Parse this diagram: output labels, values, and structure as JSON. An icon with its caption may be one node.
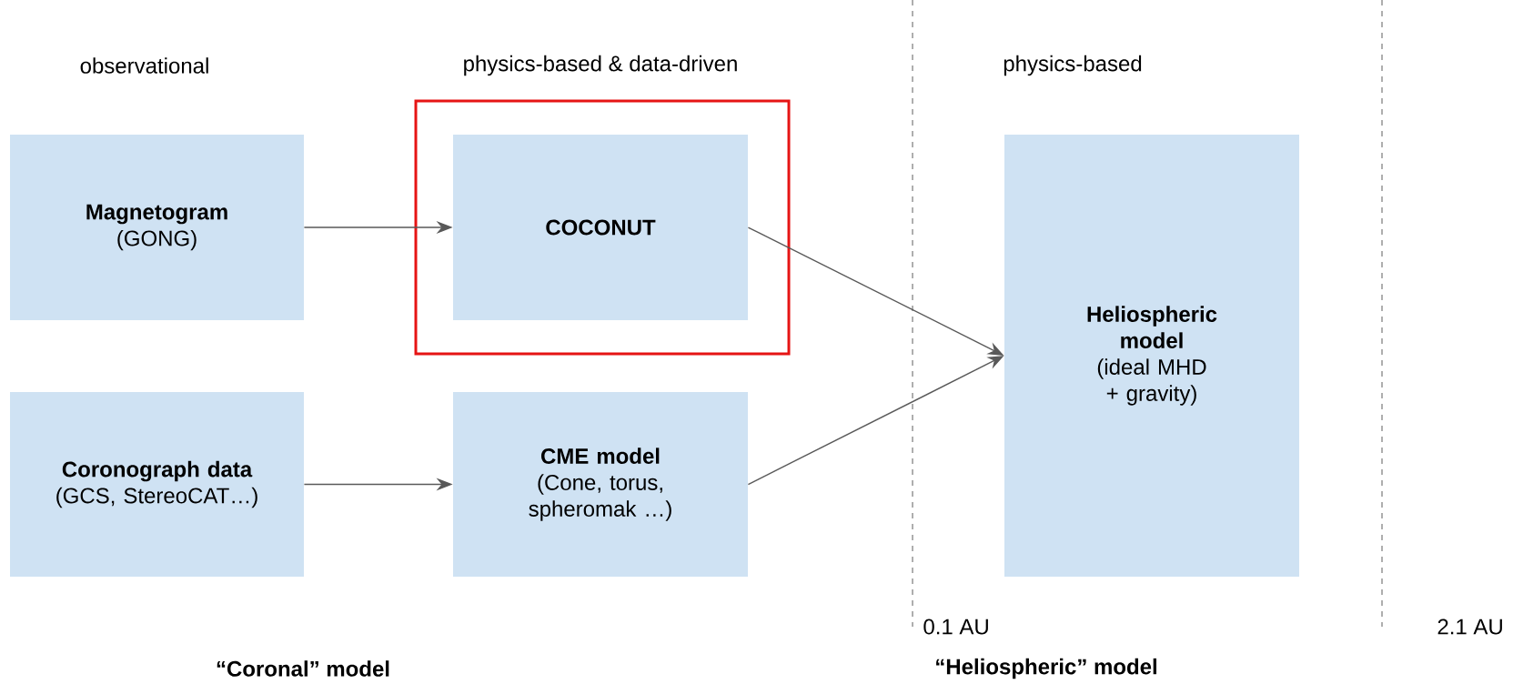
{
  "diagram": {
    "nodes": [
      {
        "text": [
          "Magnetogram",
          "(GONG)"
        ]
      },
      {
        "text": [],
        "shape": "box"
      },
      {
        "text": [
          "COCONUT"
        ],
        "in": 1
      },
      {
        "text": [
          "Coronograph data",
          "(GCS, StereoCAT…)"
        ]
      },
      {
        "text": [
          "CME model",
          "(Cone, torus, spheromak …)"
        ]
      },
      {
        "text": [
          "Heliospheric model",
          "(ideal MHD + gravity)"
        ]
      }
    ],
    "edges": [
      {
        "from": 0,
        "to": 2,
        "arrow": "to"
      },
      {
        "from": 3,
        "to": 4,
        "arrow": "to"
      },
      {
        "from": 2,
        "to": 5,
        "arrow": "to"
      },
      {
        "from": 4,
        "to": 5,
        "arrow": "to"
      }
    ],
    "labels": [
      "observational",
      "physics-based & data-driven",
      "physics-based",
      "0.1 AU",
      "2.1 AU",
      "“Coronal” model",
      "“Heliospheric” model"
    ]
  }
}
